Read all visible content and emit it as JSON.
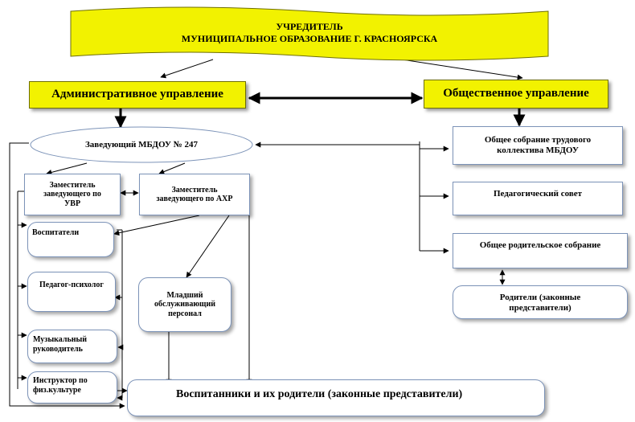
{
  "founder": {
    "line1": "УЧРЕДИТЕЛЬ",
    "line2": "МУНИЦИПАЛЬНОЕ ОБРАЗОВАНИЕ Г. КРАСНОЯРСКА"
  },
  "admin_management": "Административное  управление",
  "public_management": "Общественное управление",
  "head": "Заведующий МБДОУ № 247",
  "deputy_uvr": "Заместитель\nзаведующего по\nУВР",
  "deputy_ahr": "Заместитель\nзаведующего по АХР",
  "educators": "Воспитатели",
  "psychologist": "Педагог-психолог",
  "music_director": "Музыкальный\nруководитель",
  "pe_instructor": "Инструктор по\nфиз.культуре",
  "junior_staff": "Младший\nобслуживающий\nперсонал",
  "pupils_parents": "Воспитанники и их родители (законные представители)",
  "general_meeting": "Общее собрание трудового\nколлектива МБДОУ",
  "pedagogical_council": "Педагогический совет",
  "parents_meeting": "Общее родительское собрание",
  "parents": "Родители (законные\nпредставители)"
}
